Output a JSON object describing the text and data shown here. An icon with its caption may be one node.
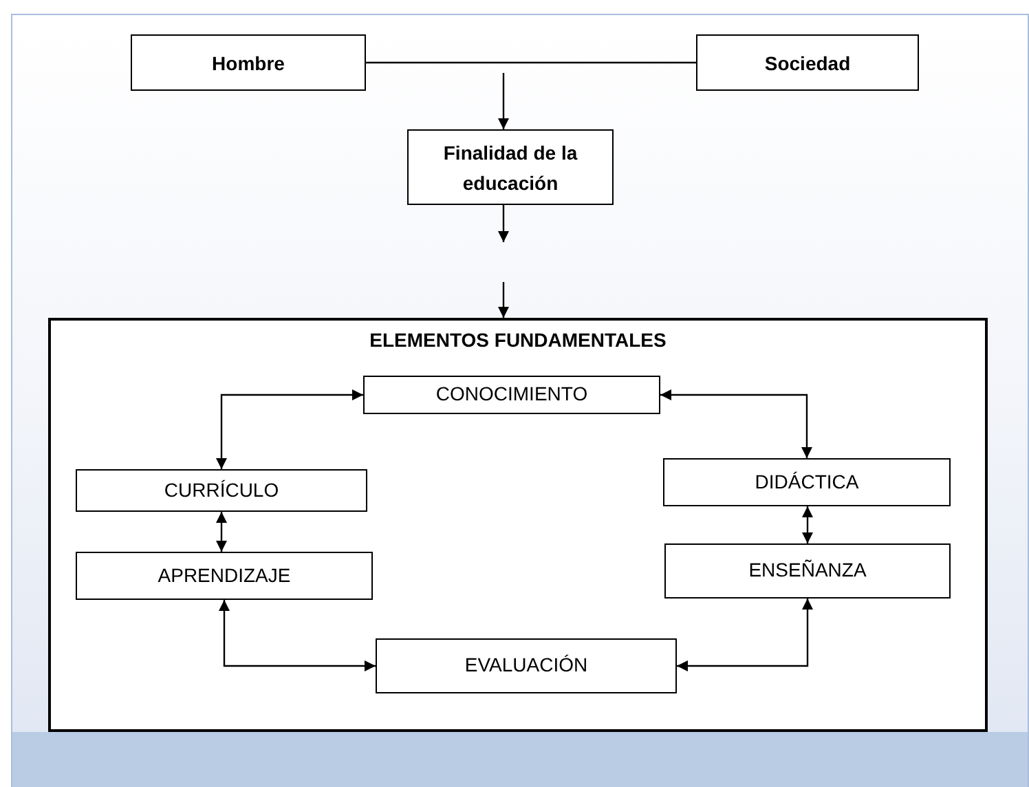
{
  "diagram": {
    "nodes": [
      {
        "text": [
          "Hombre"
        ]
      },
      {
        "text": [
          "Sociedad"
        ]
      },
      {
        "text": [
          "Finalidad de la educación"
        ]
      },
      {
        "text": [
          "ELEMENTOS FUNDAMENTALES"
        ]
      },
      {
        "text": [
          "CONOCIMIENTO"
        ],
        "in": 3
      },
      {
        "text": [
          "CURRÍCULO"
        ],
        "in": 3
      },
      {
        "text": [
          "DIDÁCTICA"
        ],
        "in": 3
      },
      {
        "text": [
          "APRENDIZAJE"
        ],
        "in": 3
      },
      {
        "text": [
          "ENSEÑANZA"
        ],
        "in": 3
      },
      {
        "text": [
          "EVALUACIÓN"
        ],
        "in": 3
      }
    ],
    "edges": [
      {
        "from": 0,
        "to": 1,
        "arrow": "none"
      },
      {
        "from": null,
        "to": 2,
        "arrow": "to"
      },
      {
        "from": 2,
        "to": null,
        "arrow": "to"
      },
      {
        "from": null,
        "to": 3,
        "arrow": "to"
      },
      {
        "from": 4,
        "to": 5,
        "arrow": "both"
      },
      {
        "from": 4,
        "to": 6,
        "arrow": "both"
      },
      {
        "from": 5,
        "to": 7,
        "arrow": "both"
      },
      {
        "from": 6,
        "to": 8,
        "arrow": "both"
      },
      {
        "from": 7,
        "to": 9,
        "arrow": "both"
      },
      {
        "from": 8,
        "to": 9,
        "arrow": "both"
      }
    ]
  }
}
